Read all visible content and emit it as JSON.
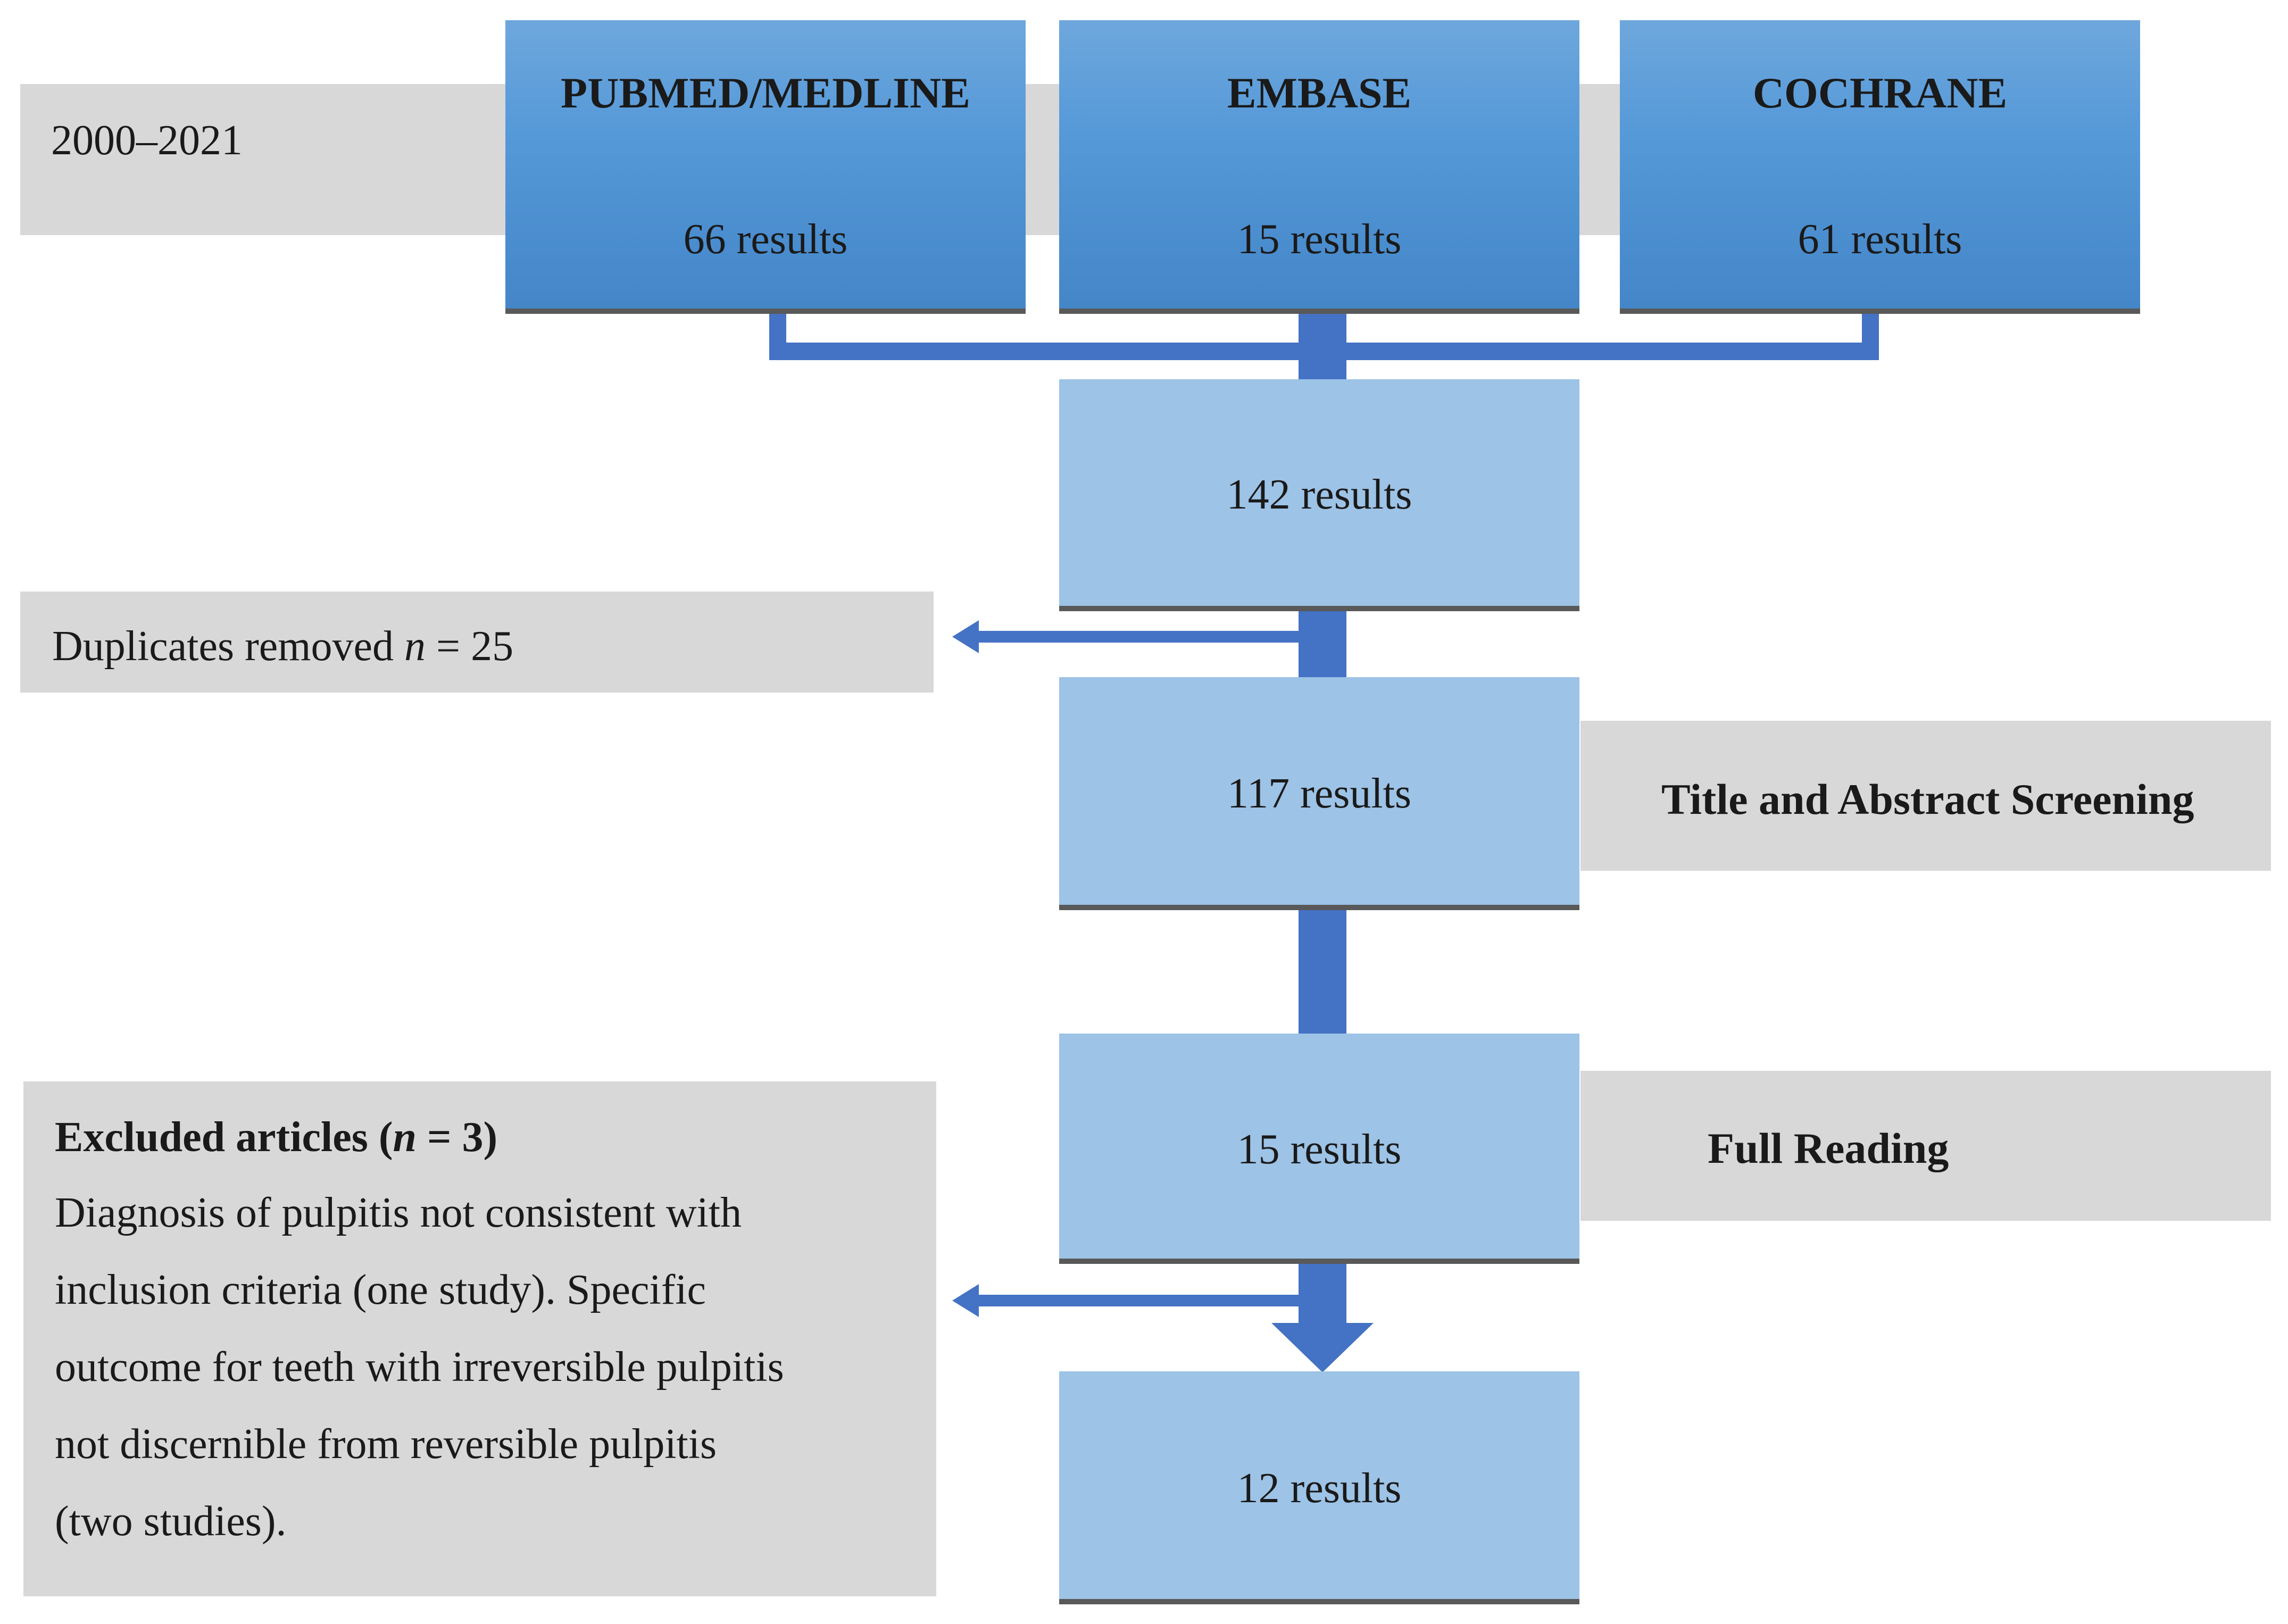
{
  "date_range": "2000–2021",
  "databases": [
    {
      "name": "PUBMED/MEDLINE",
      "results": "66 results"
    },
    {
      "name": "EMBASE",
      "results": "15 results"
    },
    {
      "name": "COCHRANE",
      "results": "61 results"
    }
  ],
  "flow": {
    "combined": "142 results",
    "after_duplicates": "117 results",
    "after_screening": "15 results",
    "final": "12 results"
  },
  "duplicates": {
    "prefix": "Duplicates removed ",
    "n": "n",
    "suffix": " = 25"
  },
  "stages": {
    "screening": "Title and Abstract Screening",
    "full_reading": "Full Reading"
  },
  "excluded": {
    "title_prefix": "Excluded articles (",
    "title_n": "n",
    "title_suffix": " = 3)",
    "lines": [
      "Diagnosis of pulpitis not consistent with",
      "inclusion criteria (one study). Specific",
      "outcome for teeth with irreversible pulpitis",
      "not discernible from reversible pulpitis",
      "(two studies)."
    ]
  },
  "colors": {
    "connector": "#4472c4",
    "db_box": "#5599d8",
    "result_box": "#9dc3e6",
    "gray_box": "#d8d8d8",
    "shadow": "#595959"
  }
}
